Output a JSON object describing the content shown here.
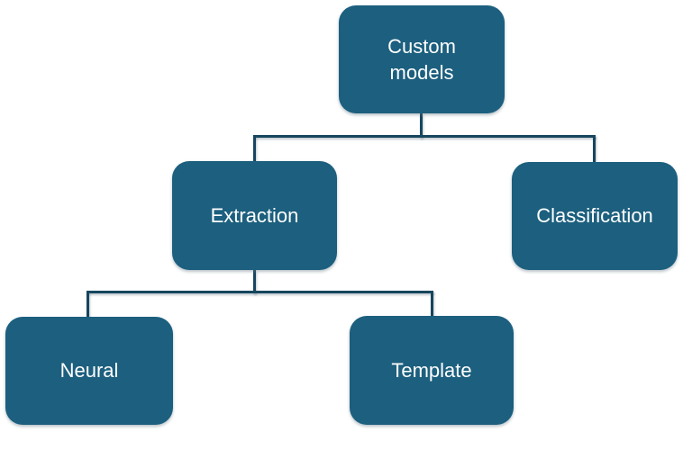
{
  "diagram": {
    "type": "hierarchy-tree",
    "colors": {
      "background": "#ffffff",
      "node_fill": "#1c5f7e",
      "connector": "#17465e",
      "text": "#ffffff"
    },
    "nodes": [
      {
        "id": "custom-models",
        "label": "Custom models"
      },
      {
        "id": "extraction",
        "label": "Extraction"
      },
      {
        "id": "classification",
        "label": "Classification"
      },
      {
        "id": "neural",
        "label": "Neural"
      },
      {
        "id": "template",
        "label": "Template"
      }
    ],
    "edges": [
      {
        "from": "Custom models",
        "to": "Extraction"
      },
      {
        "from": "Custom models",
        "to": "Classification"
      },
      {
        "from": "Extraction",
        "to": "Neural"
      },
      {
        "from": "Extraction",
        "to": "Template"
      }
    ]
  }
}
